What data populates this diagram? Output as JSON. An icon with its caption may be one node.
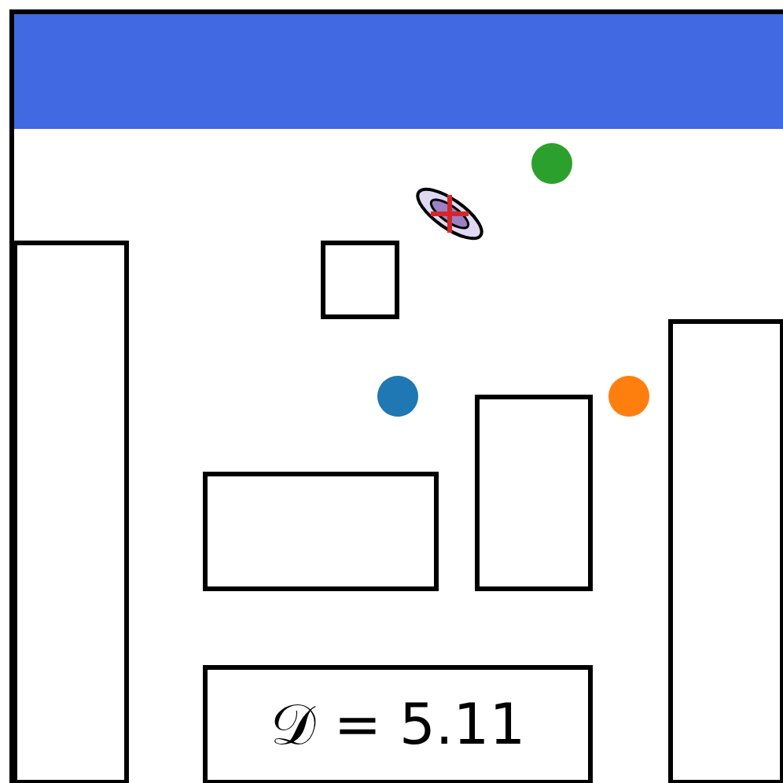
{
  "diagram": {
    "nodes": [
      {
        "text": [],
        "shape": "bar"
      },
      {
        "text": [],
        "shape": "box"
      },
      {
        "text": [],
        "shape": "box"
      },
      {
        "text": [],
        "shape": "box"
      },
      {
        "text": [],
        "shape": "box"
      },
      {
        "text": [],
        "shape": "box"
      },
      {
        "text": [
          "𝒟 = 5.11"
        ]
      }
    ]
  }
}
